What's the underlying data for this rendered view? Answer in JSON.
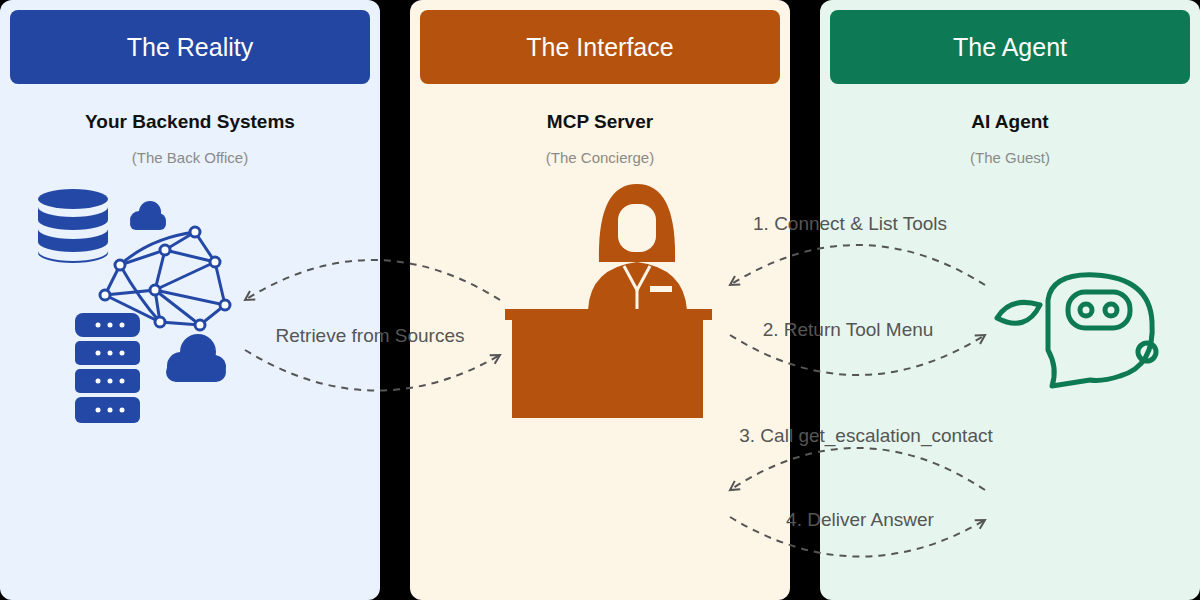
{
  "diagram": {
    "nodes": [
      {
        "text": [
          "The Reality"
        ]
      },
      {
        "text": [
          "Your Backend Systems",
          "(The Back Office)"
        ],
        "in": 0
      },
      {
        "text": [
          "The Interface"
        ]
      },
      {
        "text": [
          "MCP Server",
          "(The Concierge)"
        ],
        "in": 2
      },
      {
        "text": [
          "The Agent"
        ]
      },
      {
        "text": [
          "AI Agent",
          "(The Guest)"
        ],
        "in": 4
      }
    ],
    "edges": [
      {
        "from": 3,
        "to": 1,
        "arrow": "to",
        "label": "Retrieve from Sources"
      },
      {
        "from": 1,
        "to": 3,
        "arrow": "to"
      },
      {
        "from": 5,
        "to": 3,
        "arrow": "to",
        "label": "1. Connect & List Tools"
      },
      {
        "from": 3,
        "to": 5,
        "arrow": "to",
        "label": "2. Return Tool Menu"
      },
      {
        "from": 5,
        "to": 3,
        "arrow": "to",
        "label": "3. Call get_escalation_contact"
      },
      {
        "from": 3,
        "to": 5,
        "arrow": "to",
        "label": "4. Deliver Answer"
      }
    ]
  }
}
